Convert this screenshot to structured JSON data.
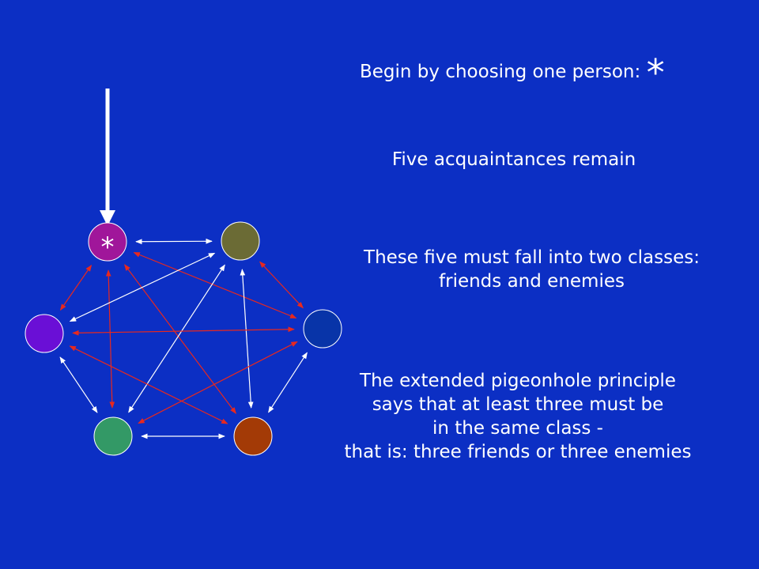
{
  "slide": {
    "background_color": "#0c2fc4",
    "intro_text": "Begin by choosing one person:",
    "intro_marker": "*",
    "remaining_text": "Five acquaintances remain",
    "classes_lines": [
      "These five must fall into two classes:",
      "friends and enemies"
    ],
    "principle_lines": [
      "The extended pigeonhole principle",
      "says that at least three must be",
      "in the same class -",
      "that is: three friends or three enemies"
    ]
  },
  "graph": {
    "chosen_marker": "*",
    "nodes": [
      {
        "id": "chosen",
        "color": "#a0169a",
        "chosen": true
      },
      {
        "id": "olive",
        "color": "#6b6b35"
      },
      {
        "id": "blue",
        "color": "#0834a8"
      },
      {
        "id": "brown",
        "color": "#a33a06"
      },
      {
        "id": "green",
        "color": "#339966"
      },
      {
        "id": "violet",
        "color": "#6a0fd6"
      }
    ],
    "relation_colors": {
      "friends": "#ffffff",
      "enemies": "#e8281e"
    },
    "edges": [
      {
        "from": "chosen",
        "to": "olive",
        "relation": "friends"
      },
      {
        "from": "chosen",
        "to": "violet",
        "relation": "enemies"
      },
      {
        "from": "chosen",
        "to": "green",
        "relation": "enemies"
      },
      {
        "from": "chosen",
        "to": "blue",
        "relation": "enemies"
      },
      {
        "from": "chosen",
        "to": "brown",
        "relation": "enemies"
      },
      {
        "from": "olive",
        "to": "violet",
        "relation": "friends"
      },
      {
        "from": "olive",
        "to": "green",
        "relation": "friends"
      },
      {
        "from": "olive",
        "to": "brown",
        "relation": "friends"
      },
      {
        "from": "olive",
        "to": "blue",
        "relation": "enemies"
      },
      {
        "from": "violet",
        "to": "blue",
        "relation": "enemies"
      },
      {
        "from": "violet",
        "to": "green",
        "relation": "friends"
      },
      {
        "from": "violet",
        "to": "brown",
        "relation": "enemies"
      },
      {
        "from": "blue",
        "to": "green",
        "relation": "enemies"
      },
      {
        "from": "blue",
        "to": "brown",
        "relation": "friends"
      },
      {
        "from": "green",
        "to": "brown",
        "relation": "friends"
      }
    ]
  }
}
